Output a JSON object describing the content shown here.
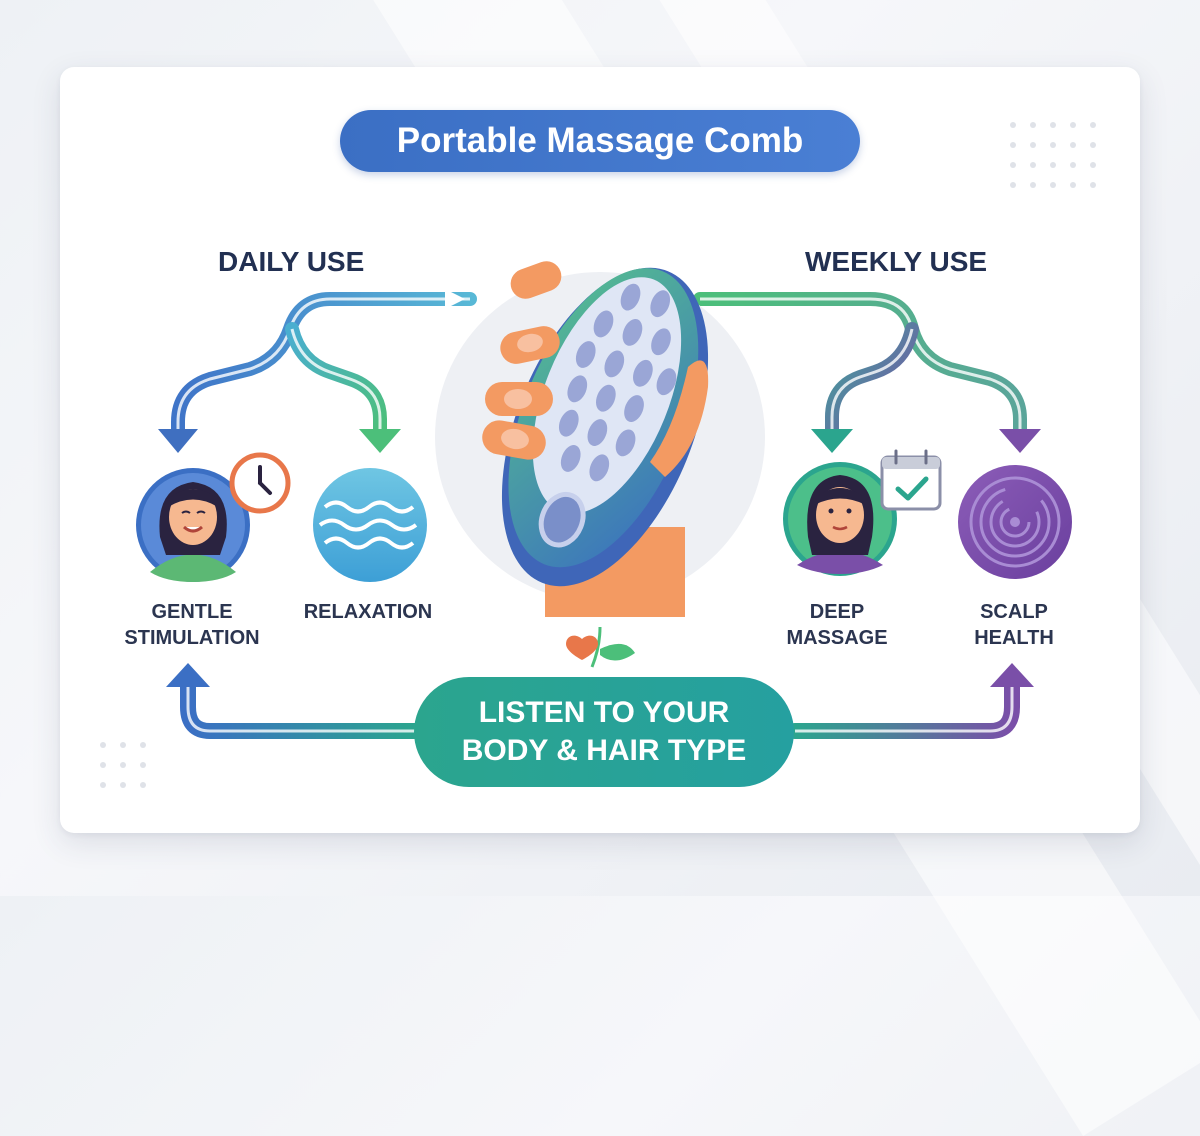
{
  "title": "Portable Massage Comb",
  "sections": {
    "daily": "DAILY USE",
    "weekly": "WEEKLY USE"
  },
  "nodes": {
    "gentle": {
      "line1": "GENTLE",
      "line2": "STIMULATION"
    },
    "relaxation": {
      "line1": "RELAXATION"
    },
    "deep": {
      "line1": "DEEP",
      "line2": "MASSAGE"
    },
    "scalp": {
      "line1": "SCALP",
      "line2": "HEALTH"
    }
  },
  "footer": {
    "line1": "LISTEN TO YOUR",
    "line2": "BODY & HAIR TYPE"
  },
  "icons": [
    "clock-icon",
    "wave-icon",
    "calendar-check-icon",
    "spiral-icon",
    "heart-sprout-icon",
    "massage-comb-illustration"
  ],
  "colors": {
    "blue": "#3b6fc4",
    "green": "#4cbf7a",
    "teal": "#2ba58e",
    "purple": "#7a4fa8",
    "orange": "#e8774a"
  }
}
